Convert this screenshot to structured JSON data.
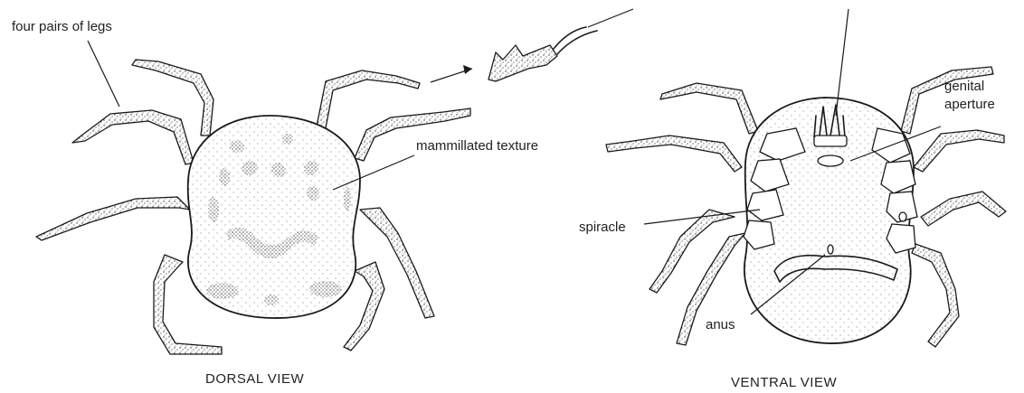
{
  "labels": {
    "legs": "four pairs of legs",
    "texture": "mammillated texture",
    "genital_line1": "genital",
    "genital_line2": "aperture",
    "spiracle": "spiracle",
    "anus": "anus",
    "dorsal_caption": "DORSAL VIEW",
    "ventral_caption": "VENTRAL VIEW"
  },
  "colors": {
    "ink": "#1a1a1a",
    "paper": "#ffffff"
  }
}
